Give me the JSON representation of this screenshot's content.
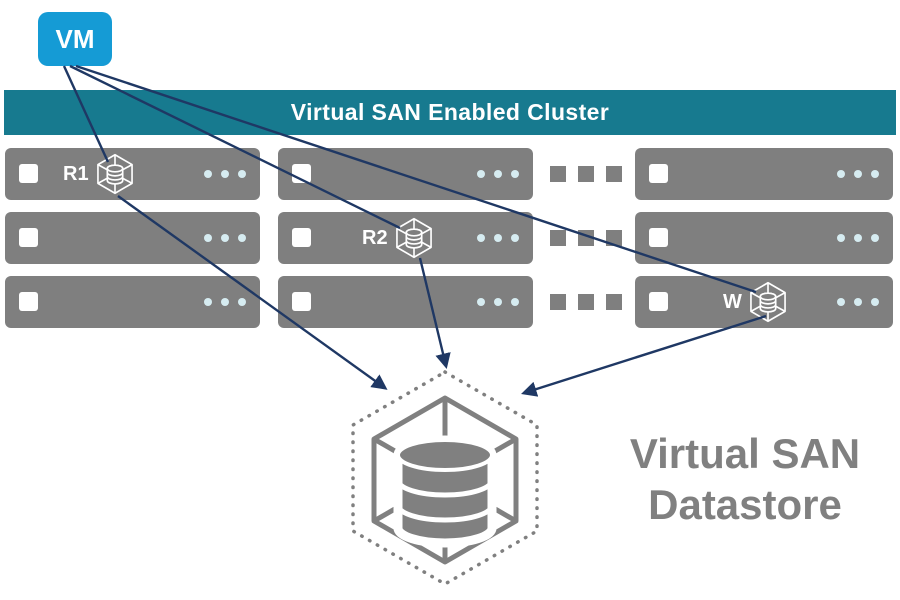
{
  "vm": {
    "label": "VM"
  },
  "cluster": {
    "banner_title": "Virtual SAN Enabled Cluster",
    "labeled_hosts": [
      {
        "label": "R1",
        "row": 1,
        "col": 1
      },
      {
        "label": "R2",
        "row": 2,
        "col": 2
      },
      {
        "label": "W",
        "row": 3,
        "col": 3
      }
    ]
  },
  "datastore": {
    "title_line1": "Virtual SAN",
    "title_line2": "Datastore"
  },
  "colors": {
    "vm_blue": "#159bd5",
    "banner_teal": "#177a8f",
    "server_gray": "#7f7f7f",
    "dot_teal": "#d6ecf1",
    "arrow_navy": "#1f3864",
    "datastore_gray": "#808080"
  }
}
